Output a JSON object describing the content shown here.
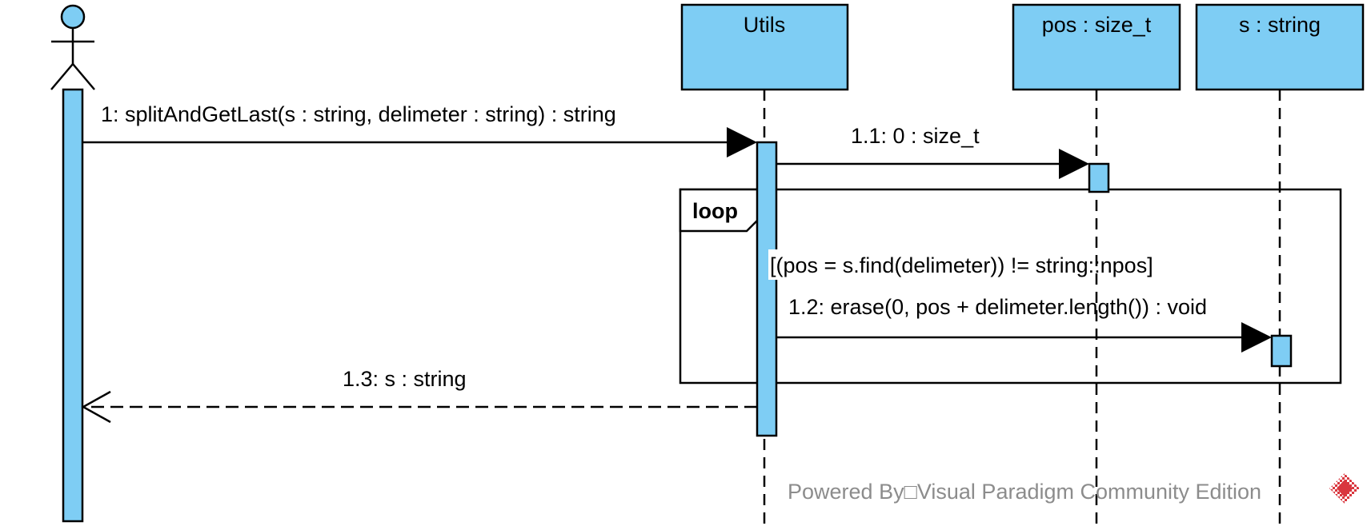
{
  "colors": {
    "fill": "#7ecdf4",
    "stroke": "#000000",
    "watermark_text": "#8c8c8c",
    "watermark_logo": "#d9363e"
  },
  "lifelines": [
    {
      "id": "actor",
      "kind": "actor",
      "label": ""
    },
    {
      "id": "utils",
      "kind": "object",
      "label": "Utils"
    },
    {
      "id": "pos",
      "kind": "object",
      "label": "pos : size_t"
    },
    {
      "id": "s",
      "kind": "object",
      "label": "s : string"
    }
  ],
  "messages": [
    {
      "id": "m1",
      "label": "1: splitAndGetLast(s : string, delimeter : string) : string",
      "from": "actor",
      "to": "utils",
      "kind": "sync"
    },
    {
      "id": "m1_1",
      "label": "1.1: 0 : size_t",
      "from": "utils",
      "to": "pos",
      "kind": "sync"
    },
    {
      "id": "m1_2",
      "label": "1.2: erase(0, pos + delimeter.length()) : void",
      "from": "utils",
      "to": "s",
      "kind": "sync"
    },
    {
      "id": "m1_3",
      "label": "1.3: s : string",
      "from": "utils",
      "to": "actor",
      "kind": "return"
    }
  ],
  "fragment": {
    "operator": "loop",
    "guard": "[(pos = s.find(delimeter)) != string::npos]"
  },
  "watermark": {
    "text": "Powered By□Visual Paradigm Community Edition",
    "logo_icon": "visual-paradigm-logo-icon"
  }
}
